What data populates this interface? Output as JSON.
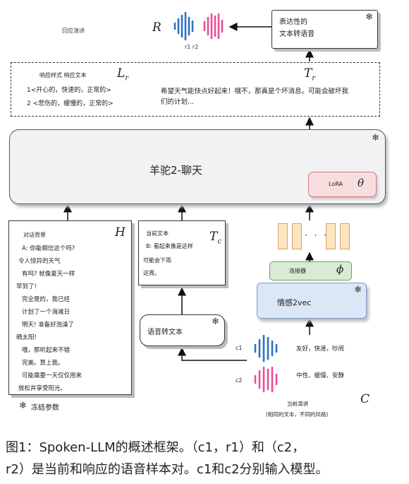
{
  "top": {
    "response_speech_label": "回应演讲",
    "r_symbol": "R",
    "r_pair_label": "r1  r2",
    "tts_box_line1": "表达性的",
    "tts_box_line2": "文本转语音"
  },
  "response_panel": {
    "header": "响应样式 响应文本",
    "lr_symbol": "L",
    "lr_sub": "r",
    "style_1": "1<开心的，快速的，正常的>",
    "style_2": "2 <悲伤的，缓慢的，正常的>",
    "tr_symbol": "T",
    "tr_sub": "r",
    "response_text_line1": "希望天气能快点好起来！哦不，那真是个坏消息。可能会破坏我",
    "response_text_line2": "们的计划..."
  },
  "llm": {
    "title": "羊驼2-聊天",
    "lora_label": "LoRA",
    "theta_symbol": "θ"
  },
  "history": {
    "title": "对话背景",
    "h_symbol": "H",
    "lines": [
      "A: 你能相信这个吗?",
      "令人惊异的天气",
      "有吗? 就像夏天一样",
      "早到了!",
      "完全是的，我已经",
      "计划了一个海滩日",
      "明天! 准备好泡澡了",
      "晒太阳!",
      "哦，那听起来不错",
      "完美。算上我。",
      "可能需要一天仅仅用来",
      "放松并享受阳光。"
    ]
  },
  "current": {
    "title": "当前文本",
    "tc_symbol": "T",
    "tc_sub": "c",
    "lines": [
      "B: 看起来像是这样",
      "可能会下雨",
      "这周。"
    ]
  },
  "asr": {
    "label": "语音转文本"
  },
  "connector": {
    "label": "连接器",
    "phi_symbol": "ϕ"
  },
  "emotion2vec": {
    "label": "情感2vec"
  },
  "current_speech": {
    "c1_label": "c1",
    "c2_label": "c2",
    "c1_desc": "友好，快速，吵闹",
    "c2_desc": "中性、缓慢、安静",
    "caption_line1": "当前演讲",
    "caption_line2": "(相同的文本，不同的风格)",
    "c_symbol": "C"
  },
  "legend": {
    "frozen_label": "冻结参数"
  },
  "caption": {
    "line1": "图1：Spoken-LLM的概述框架。（c1，r1）和（c2，",
    "line2": "r2）是当前和响应的语音样本对。c1和c2分别输入模型。"
  },
  "colors": {
    "wave_blue": "#2f6fc6",
    "wave_pink": "#e64f9a",
    "lora_fill": "#f7dede",
    "lora_border": "#d87a7a",
    "token_fill": "#fbe6c0",
    "token_border": "#d1a663",
    "connector_fill": "#d7ecd3",
    "connector_border": "#6e9c68",
    "emotion_fill": "#dbe6f6",
    "emotion_border": "#7d9bd0",
    "llm_fill": "#f2f2f4"
  }
}
